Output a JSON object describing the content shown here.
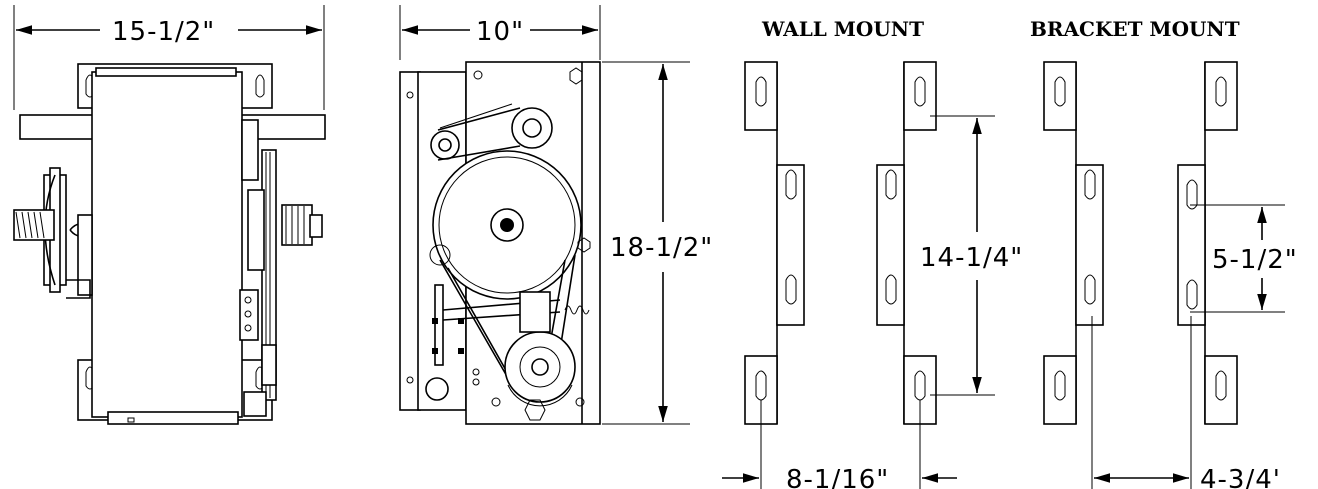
{
  "dimensions": {
    "overall_depth": "15-1/2\"",
    "side_width": "10\"",
    "height": "18-1/2\"",
    "wall_vertical": "14-1/4\"",
    "wall_horizontal": "8-1/16\"",
    "bracket_vertical": "5-1/2\"",
    "bracket_horizontal": "4-3/4'"
  },
  "titles": {
    "wall_mount": "WALL MOUNT",
    "bracket_mount": "BRACKET MOUNT"
  }
}
